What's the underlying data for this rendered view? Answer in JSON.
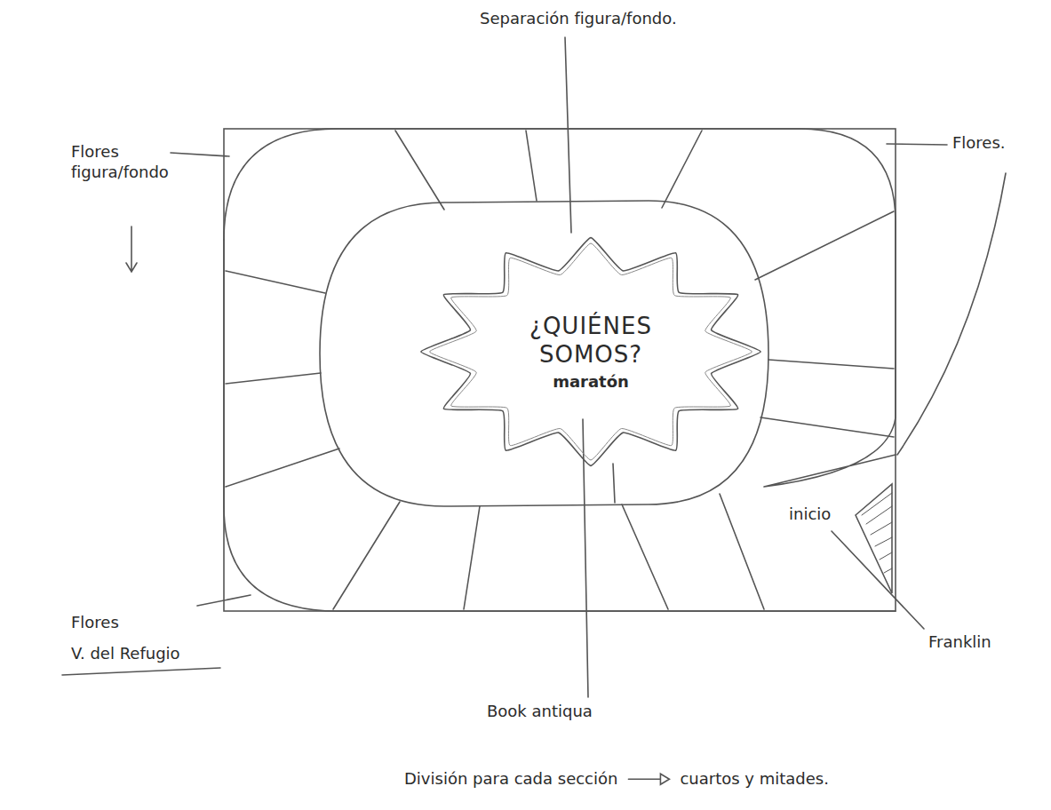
{
  "diagram": {
    "nodes": [
      {
        "text": [
          "¿QUIÉNES SOMOS?",
          "maratón"
        ]
      }
    ],
    "labels": [
      "Separación figura/fondo.",
      "Flores figura/fondo",
      "Flores.",
      "Flores",
      "V. del Refugio",
      "inicio",
      "Franklin",
      "Book antiqua",
      "División para cada sección",
      "cuartos y mitades."
    ]
  }
}
